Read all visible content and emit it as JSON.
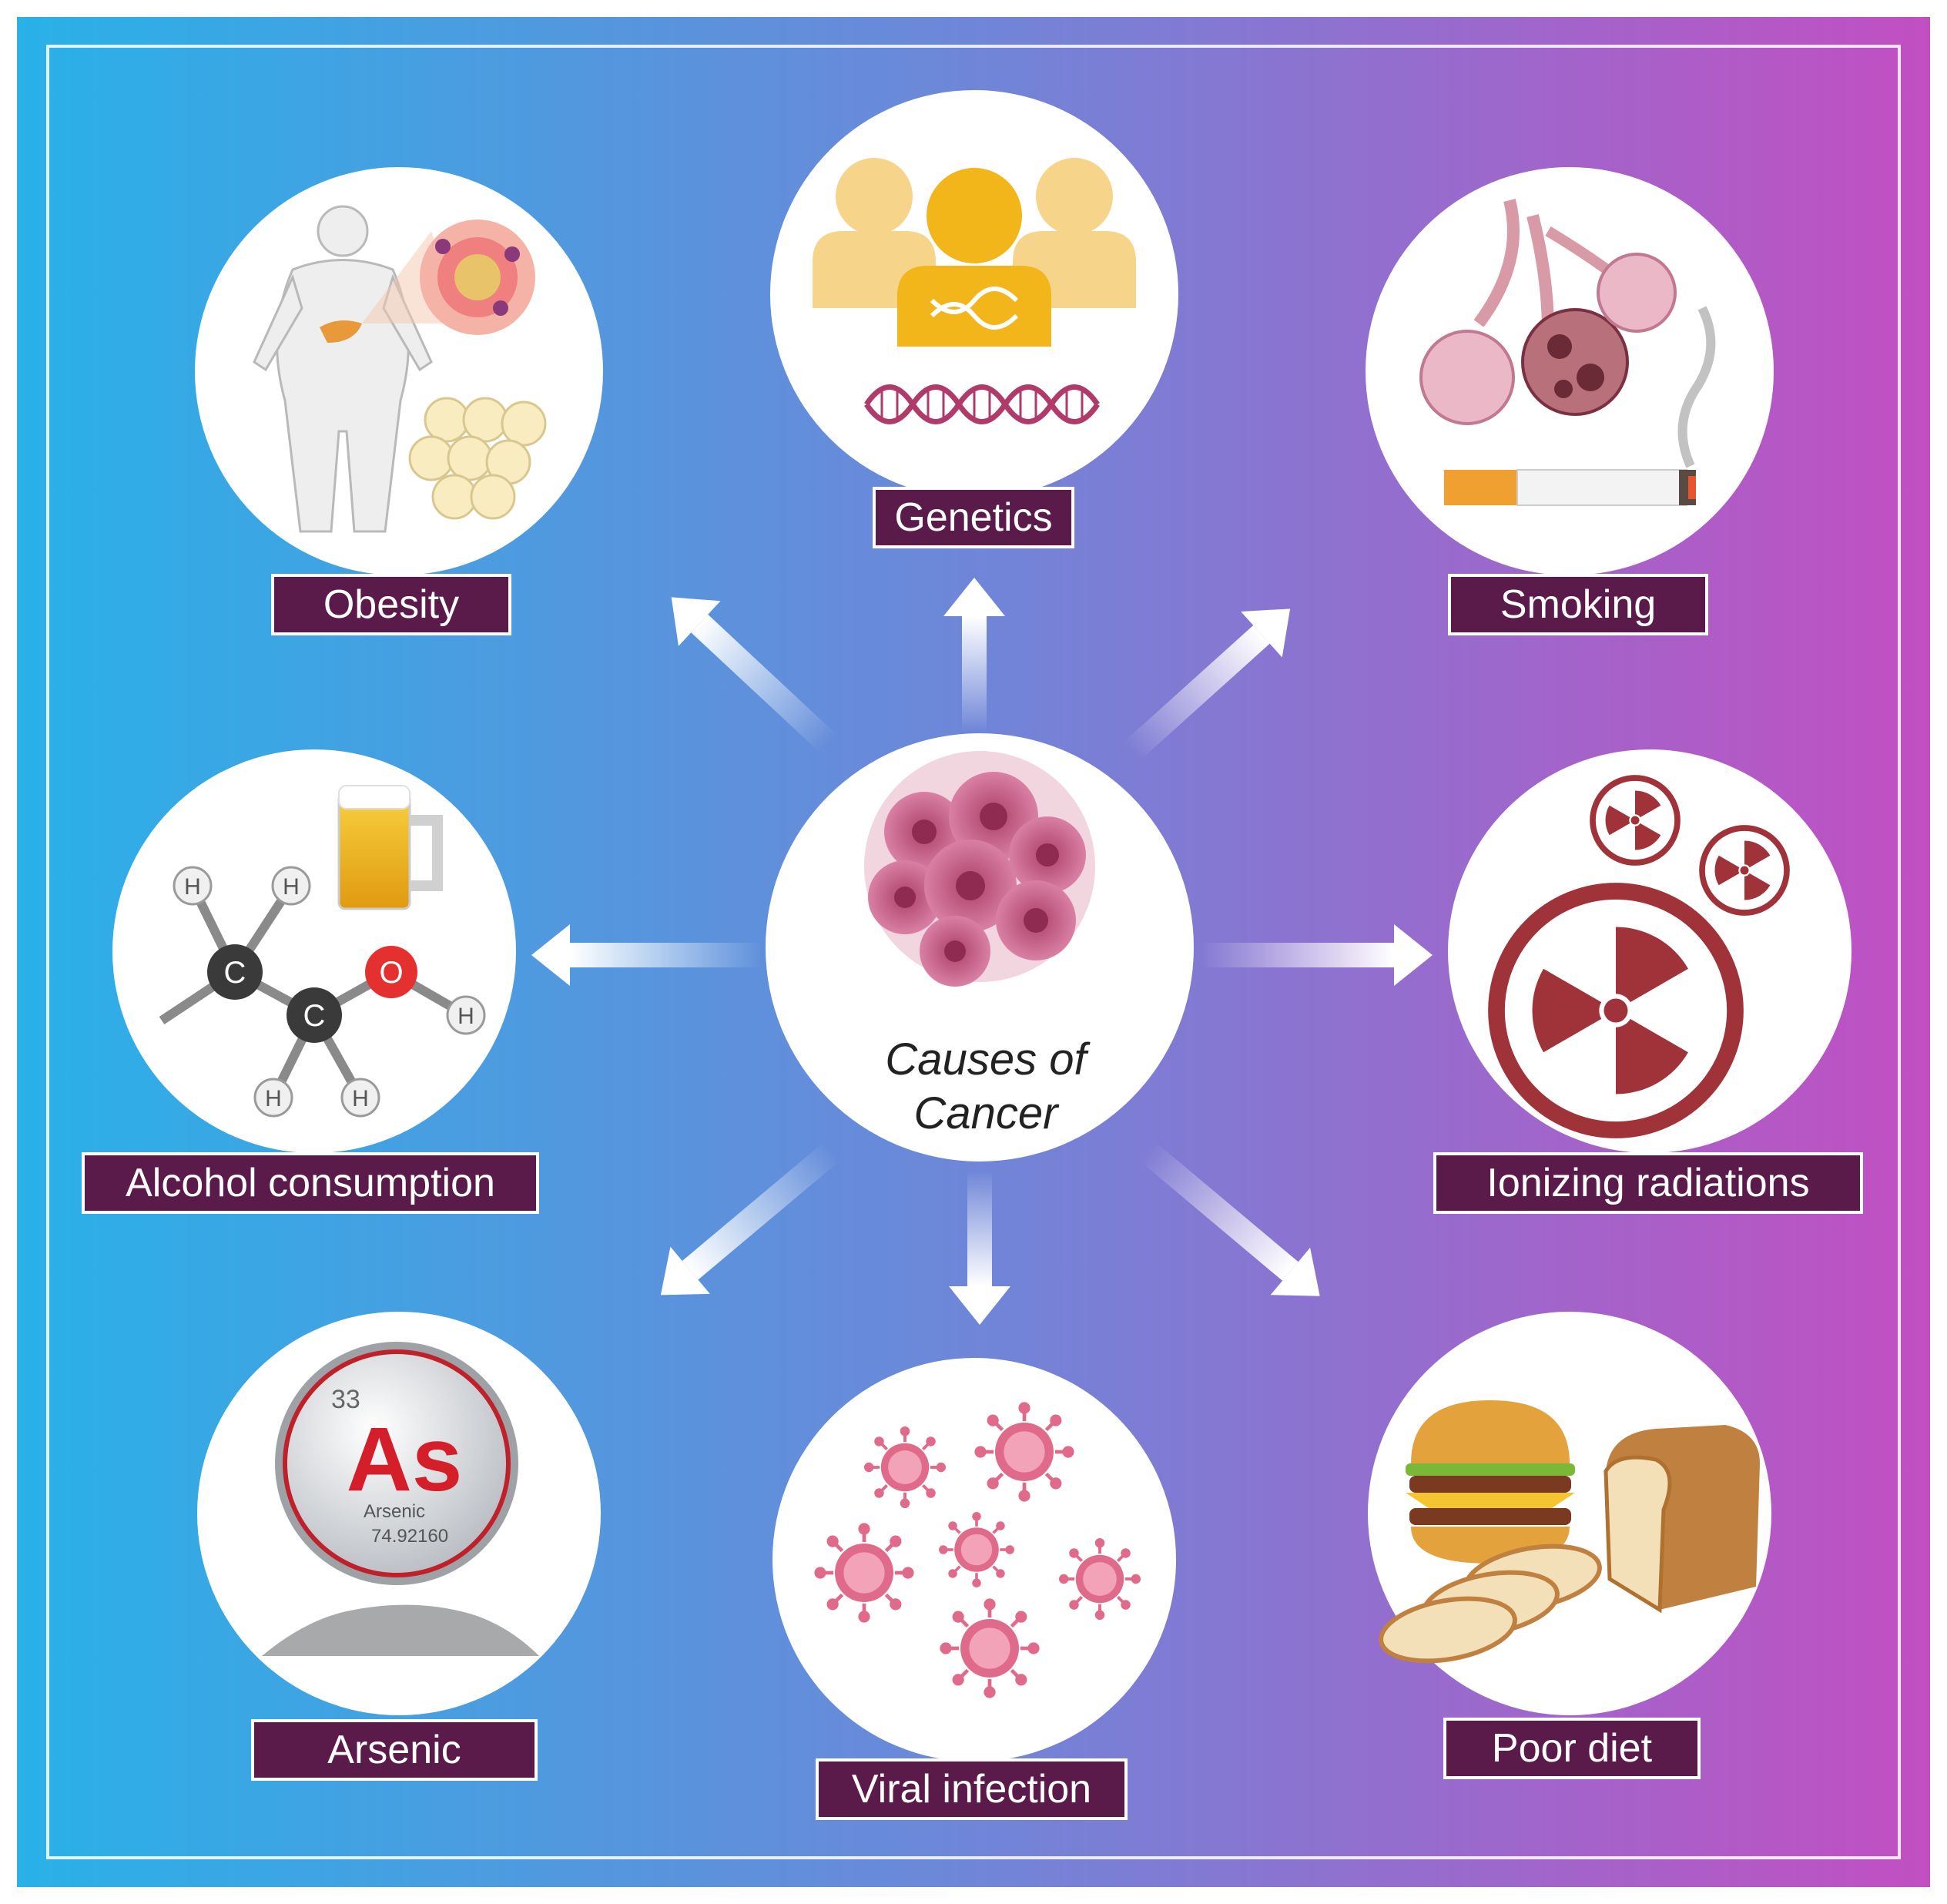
{
  "diagram": {
    "center_label_line1": "Causes of",
    "center_label_line2": "Cancer",
    "causes": {
      "genetics": "Genetics",
      "obesity": "Obesity",
      "smoking": "Smoking",
      "alcohol": "Alcohol consumption",
      "radiation": "Ionizing radiations",
      "arsenic": "Arsenic",
      "viral": "Viral infection",
      "diet": "Poor diet"
    },
    "arsenic_tile": {
      "number": "33",
      "symbol": "As",
      "name": "Arsenic",
      "mass": "74.92160"
    },
    "ethanol_atoms": {
      "hydrogen": "H",
      "carbon": "C",
      "oxygen": "O"
    }
  },
  "colors": {
    "gradient_left": "#29b1e8",
    "gradient_right": "#c24fc2",
    "label_fill": "#5a1a4a",
    "arrow": "#ffffff",
    "cancer_cell": "#c2527a",
    "dna": "#b03a6a",
    "person_icon": "#f2b51a",
    "radiation": "#a0323a",
    "virus": "#e06a8a"
  }
}
